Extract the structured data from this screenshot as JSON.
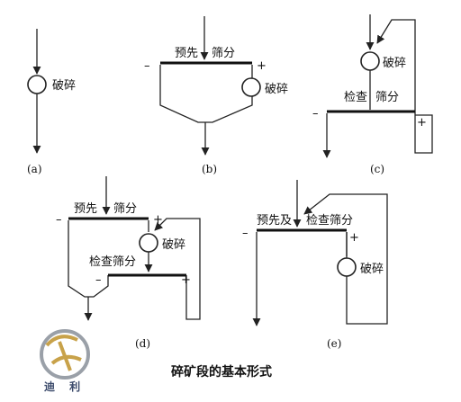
{
  "labels": {
    "crush": "破碎",
    "pre_screen_a": "预先",
    "pre_screen_b": "筛分",
    "check": "检查",
    "screen": "筛分",
    "check_screen": "检查筛分",
    "pre": "预先",
    "pre_and": "预先及",
    "check_screen_e": "检查筛分"
  },
  "signs": {
    "minus": "–",
    "plus": "+"
  },
  "panels": [
    "(a)",
    "(b)",
    "(c)",
    "(d)",
    "(e)"
  ],
  "caption": "碎矿段的基本形式",
  "logo": {
    "text": "迪 利"
  }
}
